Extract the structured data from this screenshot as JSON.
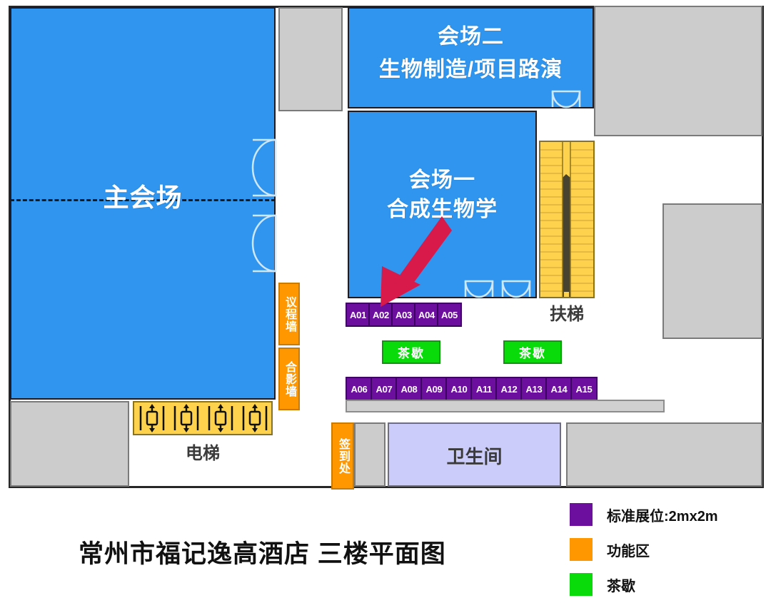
{
  "title": "常州市福记逸高酒店 三楼平面图",
  "rooms": {
    "main_hall": "主会场",
    "venue_two_line1": "会场二",
    "venue_two_line2": "生物制造/项目路演",
    "venue_one_line1": "会场一",
    "venue_one_line2": "合成生物学",
    "restroom": "卫生间",
    "elevator": "电梯",
    "escalator": "扶梯"
  },
  "functional_areas": [
    {
      "name": "agenda-wall",
      "label": "议程墙"
    },
    {
      "name": "photo-wall",
      "label": "合影墙"
    },
    {
      "name": "check-in",
      "label": "签到处"
    }
  ],
  "tea_breaks": [
    {
      "label": "茶歇"
    },
    {
      "label": "茶歇"
    }
  ],
  "booths_row_top": [
    "A01",
    "A02",
    "A03",
    "A04",
    "A05"
  ],
  "booths_row_bottom": [
    "A06",
    "A07",
    "A08",
    "A09",
    "A10",
    "A11",
    "A12",
    "A13",
    "A14",
    "A15"
  ],
  "legend": [
    {
      "color": "#6d0f9e",
      "label": "标准展位:2mx2m"
    },
    {
      "color": "#ff9800",
      "label": "功能区"
    },
    {
      "color": "#09da09",
      "label": "茶歇"
    }
  ],
  "colors": {
    "hall_blue": "#2f95ee",
    "booth_purple": "#6d0f9e",
    "function_orange": "#ff9800",
    "tea_green": "#09da09",
    "restroom_lavender": "#ccccfa",
    "structure_gray": "#cccccc",
    "stairs_yellow": "#ffd24d",
    "arrow_red": "#d81a4a"
  },
  "annotation": {
    "arrow": "red-arrow-pointing-to-A02"
  }
}
